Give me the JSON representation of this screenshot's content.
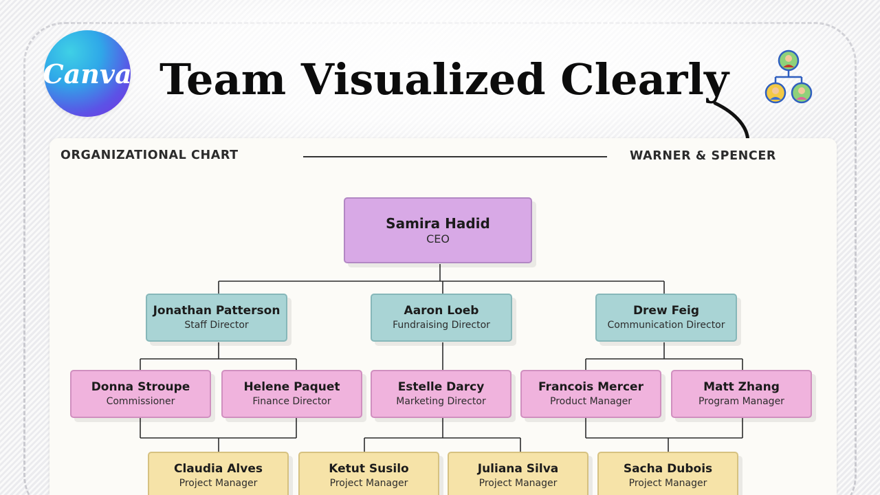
{
  "logo": {
    "text": "Canva",
    "icon": "canva-logo"
  },
  "headline": "Team Visualized Clearly",
  "decor": {
    "org_icon": "org-chart-people-icon",
    "arrow": "curved-arrow-icon"
  },
  "chart_card": {
    "heading": "ORGANIZATIONAL CHART",
    "company": "WARNER & SPENCER",
    "nodes": {
      "ceo": {
        "name": "Samira Hadid",
        "role": "CEO"
      },
      "directors": [
        {
          "name": "Jonathan Patterson",
          "role": "Staff Director"
        },
        {
          "name": "Aaron Loeb",
          "role": "Fundraising Director"
        },
        {
          "name": "Drew Feig",
          "role": "Communication Director"
        }
      ],
      "managers": [
        {
          "name": "Donna Stroupe",
          "role": "Commissioner"
        },
        {
          "name": "Helene Paquet",
          "role": "Finance Director"
        },
        {
          "name": "Estelle Darcy",
          "role": "Marketing Director"
        },
        {
          "name": "Francois Mercer",
          "role": "Product Manager"
        },
        {
          "name": "Matt Zhang",
          "role": "Program Manager"
        }
      ],
      "project_managers": [
        {
          "name": "Claudia Alves",
          "role": "Project Manager"
        },
        {
          "name": "Ketut Susilo",
          "role": "Project Manager"
        },
        {
          "name": "Juliana Silva",
          "role": "Project Manager"
        },
        {
          "name": "Sacha Dubois",
          "role": "Project Manager"
        }
      ]
    },
    "colors": {
      "ceo": "#d8a9e6",
      "director": "#a9d4d5",
      "manager": "#f0b3dd",
      "project_manager": "#f6e3a8"
    }
  }
}
